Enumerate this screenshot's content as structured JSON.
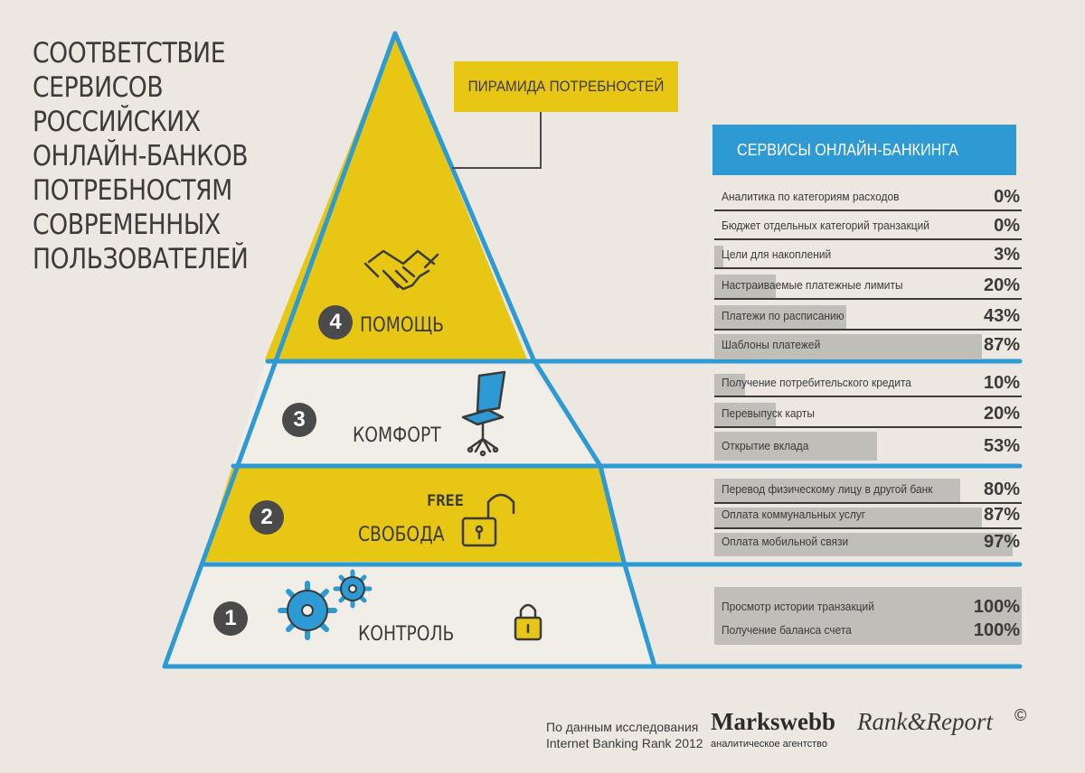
{
  "title_lines": [
    "СООТВЕТСТВИЕ",
    "СЕРВИСОВ",
    "РОССИЙСКИХ",
    "ОНЛАЙН-БАНКОВ",
    "ПОТРЕБНОСТЯМ",
    "СОВРЕМЕННЫХ",
    "ПОЛЬЗОВАТЕЛЕЙ"
  ],
  "pyramid_label": "ПИРАМИДА ПОТРЕБНОСТЕЙ",
  "services_header": "СЕРВИСЫ ОНЛАЙН-БАНКИНГА",
  "levels": [
    {
      "number": "4",
      "label": "ПОМОЩЬ",
      "icon": "handshake-icon"
    },
    {
      "number": "3",
      "label": "КОМФОРТ",
      "icon": "office-chair-icon"
    },
    {
      "number": "2",
      "label": "СВОБОДА",
      "icon": "open-padlock-icon",
      "icon_text": "FREE"
    },
    {
      "number": "1",
      "label": "КОНТРОЛЬ",
      "icon": "gears-icon"
    }
  ],
  "colors": {
    "yellow": "#e8c614",
    "blue": "#2d9ad4",
    "bar_gray": "#c0beb9",
    "background": "#ece8e1",
    "dark": "#4a4a4a"
  },
  "chart_data": {
    "type": "bar",
    "orientation": "horizontal",
    "unit": "%",
    "xlim": [
      0,
      100
    ],
    "groups": [
      {
        "level": "ПОМОЩЬ",
        "items": [
          {
            "label": "Аналитика по категориям расходов",
            "value": 0,
            "display": "0%"
          },
          {
            "label": "Бюджет отдельных категорий транзакций",
            "value": 0,
            "display": "0%"
          },
          {
            "label": "Цели для накоплений",
            "value": 3,
            "display": "3%"
          },
          {
            "label": "Настраиваемые платежные лимиты",
            "value": 20,
            "display": "20%"
          },
          {
            "label": "Платежи по расписанию",
            "value": 43,
            "display": "43%"
          },
          {
            "label": "Шаблоны платежей",
            "value": 87,
            "display": "87%"
          }
        ]
      },
      {
        "level": "КОМФОРТ",
        "items": [
          {
            "label": "Получение потребительского кредита",
            "value": 10,
            "display": "10%"
          },
          {
            "label": "Перевыпуск карты",
            "value": 20,
            "display": "20%"
          },
          {
            "label": "Открытие вклада",
            "value": 53,
            "display": "53%"
          }
        ]
      },
      {
        "level": "СВОБОДА",
        "items": [
          {
            "label": "Перевод физическому лицу в другой банк",
            "value": 80,
            "display": "80%"
          },
          {
            "label": "Оплата коммунальных услуг",
            "value": 87,
            "display": "87%"
          },
          {
            "label": "Оплата мобильной связи",
            "value": 97,
            "display": "97%"
          }
        ]
      },
      {
        "level": "КОНТРОЛЬ",
        "items": [
          {
            "label": "Просмотр истории транзакций",
            "value": 100,
            "display": "100%"
          },
          {
            "label": "Получение баланса счета",
            "value": 100,
            "display": "100%"
          }
        ]
      }
    ]
  },
  "source": {
    "line1": "По данным исследования",
    "line2": "Internet Banking Rank 2012"
  },
  "logo": {
    "main": "Markswebb",
    "rank": "Rank&Report",
    "copyright": "©",
    "subtitle": "аналитическое агентство"
  }
}
